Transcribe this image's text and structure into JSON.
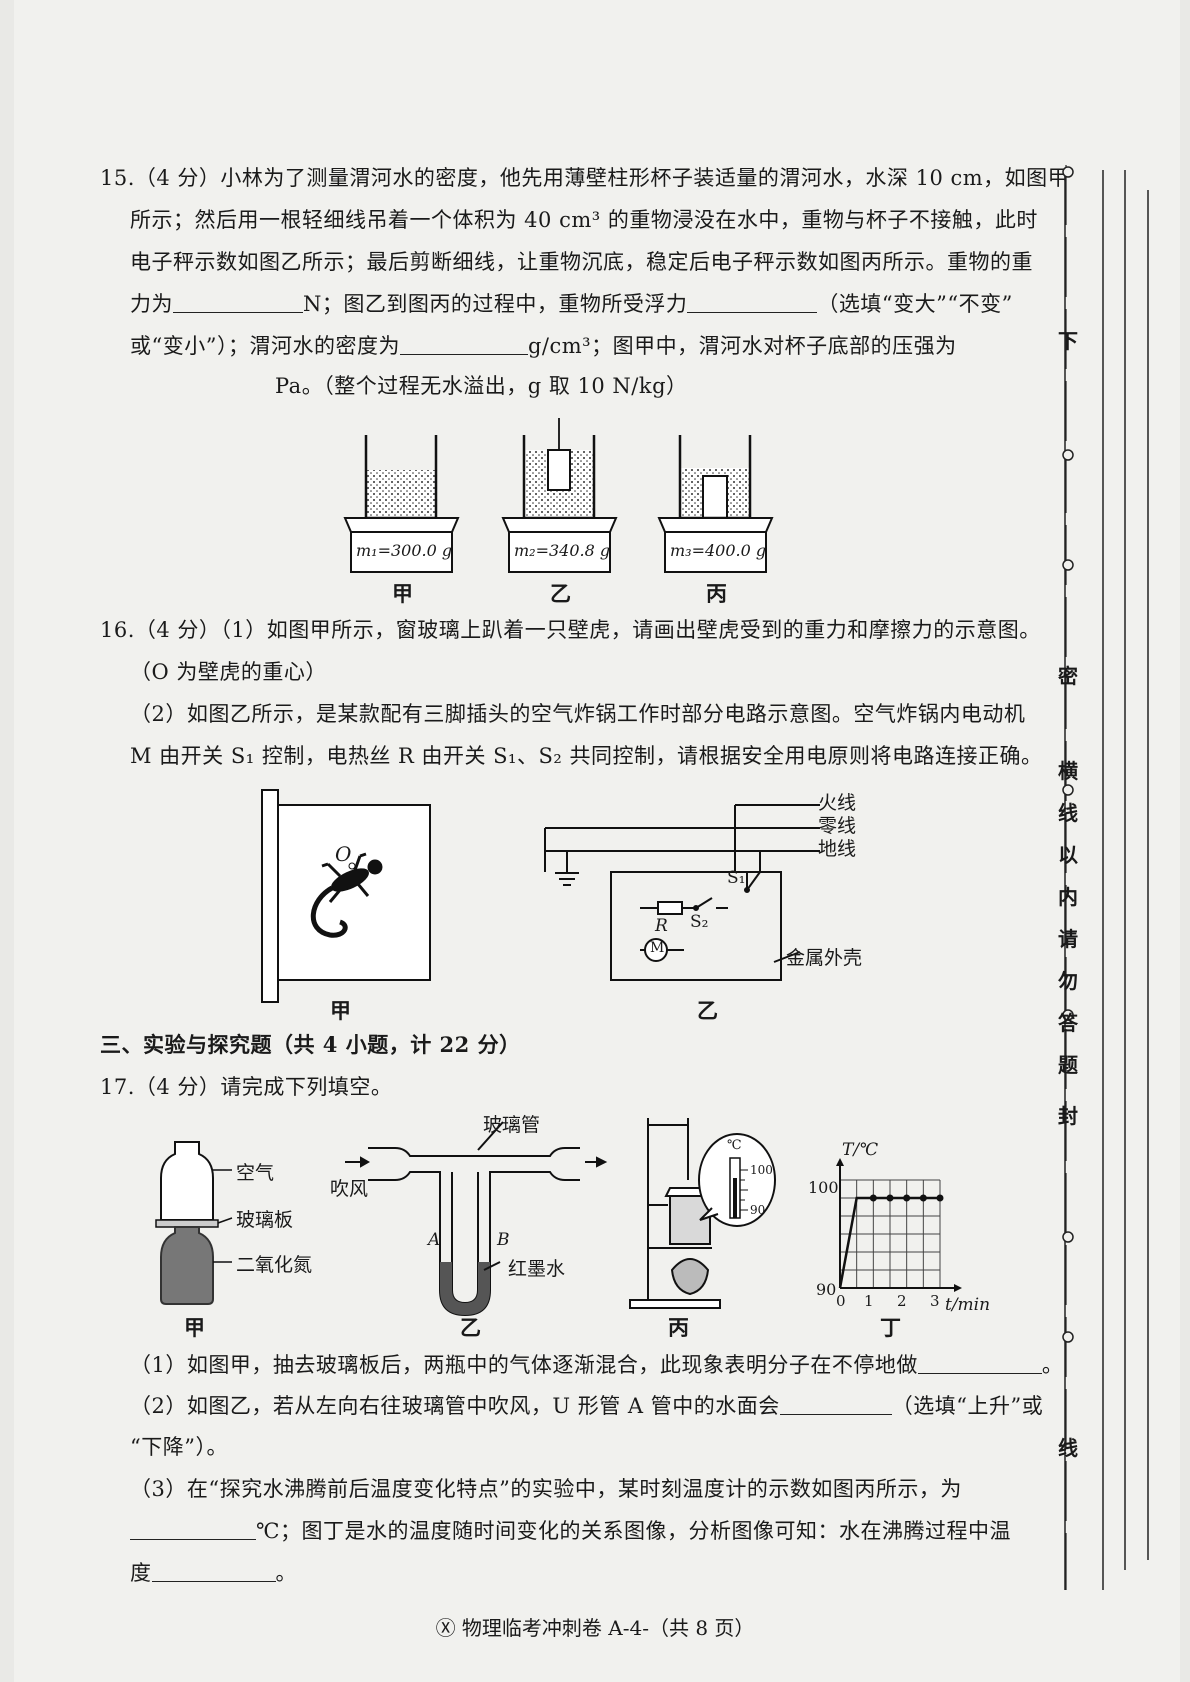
{
  "q15": {
    "line1": "15.（4 分）小林为了测量渭河水的密度，他先用薄壁柱形杯子装适量的渭河水，水深 10 cm，如图甲",
    "line2": "所示；然后用一根轻细线吊着一个体积为 40 cm³ 的重物浸没在水中，重物与杯子不接触，此时",
    "line3": "电子秤示数如图乙所示；最后剪断细线，让重物沉底，稳定后电子秤示数如图丙所示。重物的重",
    "line4a": "力为",
    "line4b": "N；图乙到图丙的过程中，重物所受浮力",
    "line4c": "（选填“变大”“不变”",
    "line5a": "或“变小”）；渭河水的密度为",
    "line5b": "g/cm³；图甲中，渭河水对杯子底部的压强为",
    "line6": "Pa。（整个过程无水溢出，g 取 10 N/kg）",
    "fig": {
      "m1": "m₁=300.0 g",
      "m2": "m₂=340.8 g",
      "m3": "m₃=400.0 g",
      "cap1": "甲",
      "cap2": "乙",
      "cap3": "丙"
    }
  },
  "q16": {
    "line1": "16.（4 分）（1）如图甲所示，窗玻璃上趴着一只壁虎，请画出壁虎受到的重力和摩擦力的示意图。",
    "line2": "（O 为壁虎的重心）",
    "line3": "（2）如图乙所示，是某款配有三脚插头的空气炸锅工作时部分电路示意图。空气炸锅内电动机",
    "line4": "M 由开关 S₁ 控制，电热丝 R 由开关 S₁、S₂ 共同控制，请根据安全用电原则将电路连接正确。",
    "fig": {
      "o": "O",
      "fire": "火线",
      "zero": "零线",
      "ground": "地线",
      "s1": "S₁",
      "s2": "S₂",
      "r": "R",
      "m": "M",
      "shell": "金属外壳",
      "cap1": "甲",
      "cap2": "乙"
    }
  },
  "section3": "三、实验与探究题（共 4 小题，计 22 分）",
  "q17": {
    "line1": "17.（4 分）请完成下列填空。",
    "fig": {
      "air": "空气",
      "glassplate": "玻璃板",
      "no2": "二氧化氮",
      "tube": "玻璃管",
      "blow": "吹风",
      "a": "A",
      "b": "B",
      "ink": "红墨水",
      "unit": "℃",
      "t100": "100",
      "t90": "90",
      "ylabel": "T/℃",
      "xlabel": "t/min",
      "y100": "100",
      "y90": "90",
      "x0": "0",
      "x1": "1",
      "x2": "2",
      "x3": "3",
      "cap1": "甲",
      "cap2": "乙",
      "cap3": "丙",
      "cap4": "丁"
    },
    "p1": "（1）如图甲，抽去玻璃板后，两瓶中的气体逐渐混合，此现象表明分子在不停地做",
    "p1end": "。",
    "p2a": "（2）如图乙，若从左向右往玻璃管中吹风，U 形管 A 管中的水面会",
    "p2b": "（选填“上升”或",
    "p2c": "“下降”）。",
    "p3a": "（3）在“探究水沸腾前后温度变化特点”的实验中，某时刻温度计的示数如图丙所示，为",
    "p3b": "℃；图丁是水的温度随时间变化的关系图像，分析图像可知：水在沸腾过程中温",
    "p3c": "度",
    "p3d": "。"
  },
  "side": {
    "c1": "下",
    "c2": "密",
    "c3": "横线以内请勿答题",
    "c4": "封",
    "c5": "线"
  },
  "footer": "Ⓧ 物理临考冲刺卷 A-4-（共 8 页）",
  "chart_data": {
    "type": "line",
    "title": "",
    "xlabel": "t/min",
    "ylabel": "T/℃",
    "x": [
      0,
      0.5,
      1,
      1.5,
      2,
      2.5,
      3
    ],
    "series": [
      {
        "values": [
          90,
          100,
          100,
          100,
          100,
          100,
          100
        ]
      }
    ],
    "xlim": [
      0,
      3
    ],
    "ylim": [
      90,
      102
    ],
    "grid": true
  }
}
